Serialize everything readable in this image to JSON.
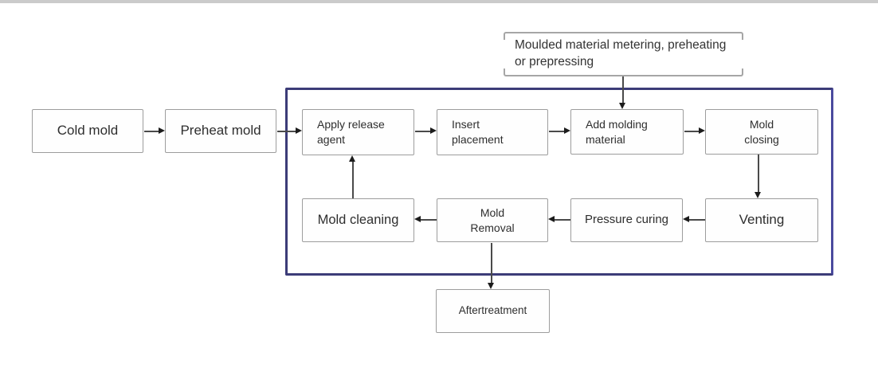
{
  "diagram": {
    "description": "Molding process flowchart",
    "nodes": {
      "material_prep": {
        "label": "Moulded material metering, preheating\nor prepressing"
      },
      "cold_mold": {
        "label": "Cold mold"
      },
      "preheat_mold": {
        "label": "Preheat mold"
      },
      "apply_release_agent": {
        "label": "Apply release\nagent"
      },
      "insert_placement": {
        "label": "Insert\nplacement"
      },
      "add_molding_material": {
        "label": "Add molding\nmaterial"
      },
      "mold_closing": {
        "label": "Mold\nclosing"
      },
      "venting": {
        "label": "Venting"
      },
      "pressure_curing": {
        "label": "Pressure curing"
      },
      "mold_removal": {
        "label": "Mold\nRemoval"
      },
      "mold_cleaning": {
        "label": "Mold cleaning"
      },
      "aftertreatment": {
        "label": "Aftertreatment"
      }
    },
    "edges": [
      "cold_mold -> preheat_mold",
      "preheat_mold -> apply_release_agent",
      "apply_release_agent -> insert_placement",
      "insert_placement -> add_molding_material",
      "material_prep -> add_molding_material",
      "add_molding_material -> mold_closing",
      "mold_closing -> venting",
      "venting -> pressure_curing",
      "pressure_curing -> mold_removal",
      "mold_removal -> mold_cleaning",
      "mold_cleaning -> apply_release_agent",
      "mold_removal -> aftertreatment"
    ],
    "colors": {
      "container_border": "#3c3c78",
      "node_border": "#9d9d9d",
      "text": "#2e2e2e",
      "arrow": "#1c1c1c",
      "top_strip": "#cbcbcb"
    }
  }
}
